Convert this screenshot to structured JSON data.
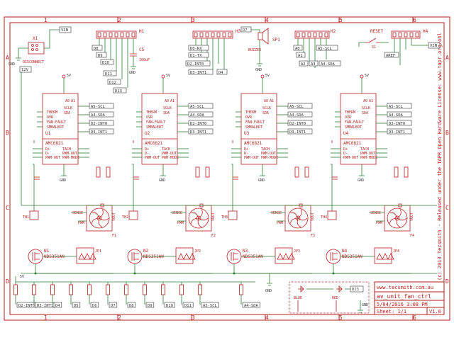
{
  "zones": {
    "columns": [
      "1",
      "2",
      "3",
      "4",
      "5",
      "6"
    ],
    "rows": [
      "A",
      "B",
      "C",
      "D"
    ]
  },
  "title_block": {
    "website": "www.tecsmith.com.au",
    "design_name": "av_unit_fan_ctrl",
    "date": "5/04/2016 3:08 PM",
    "sheet": "Sheet: 1/1",
    "revision": "V1.0"
  },
  "license_text": "(c) 2013 Tecsmith · Released under the TAPR Open Hardware License: www.tapr.org/ohl",
  "net_labels": {
    "vin": "VIN",
    "v12": "12V",
    "v5": "5V",
    "gnd": "GND",
    "d0rx": "D0-RX",
    "d1tx": "D1-TX",
    "d2int0": "D2-INT0",
    "d3int1": "D3-INT1",
    "a4sda": "A4-SDA",
    "a5scl": "A5-SCL",
    "d4": "D4",
    "d5": "D5",
    "d6": "D6",
    "d7": "D7",
    "d8": "D8",
    "d9": "D9",
    "d10": "D10",
    "d11": "D11",
    "d12": "D12",
    "d13": "D13",
    "a0": "A0",
    "a1": "A1",
    "a2": "A2",
    "a3": "A3",
    "aref": "AREF",
    "reset": "RESET"
  },
  "components": {
    "x1": {
      "ref": "X1",
      "value": "DISCONNECT"
    },
    "c5": {
      "ref": "C5",
      "value": "100uF"
    },
    "sp1": {
      "ref": "SP1",
      "value": "BUZZER"
    },
    "h1": {
      "ref": "H1"
    },
    "h2": {
      "ref": "H2"
    },
    "h3": {
      "ref": "H3"
    },
    "h4": {
      "ref": "H4"
    },
    "reset": {
      "label": "RESET",
      "ref": "S1"
    },
    "blue_led": {
      "label": "BLUE"
    },
    "red_led": {
      "label": "RED"
    }
  },
  "ic": {
    "part": "AMC6821",
    "pins_left": [
      "THERM",
      "OVR",
      "FAN-FAULT",
      "SMBALERT"
    ],
    "pins_right": [
      "SCLK",
      "SDA"
    ],
    "pins_lower_left": [
      "D+",
      "D-",
      "PWM-OUT"
    ],
    "pins_lower_right": [
      "TACH",
      "PWM-OUT",
      "PWM-MODE"
    ],
    "a0": "A0",
    "a1": "A1"
  },
  "channels": [
    {
      "ic": "U1",
      "thermistor": "TH1",
      "fan": "F1",
      "mosfet": "N1",
      "mosfet_part": "NDS351AN",
      "jumper": "JP1"
    },
    {
      "ic": "U2",
      "thermistor": "TH2",
      "fan": "F2",
      "mosfet": "N2",
      "mosfet_part": "NDS351AN",
      "jumper": "JP2"
    },
    {
      "ic": "U3",
      "thermistor": "TH3",
      "fan": "F3",
      "mosfet": "N3",
      "mosfet_part": "NDS351AN",
      "jumper": "JP3"
    },
    {
      "ic": "U4",
      "thermistor": "TH4",
      "fan": "F4",
      "mosfet": "N4",
      "mosfet_part": "NDS351AN",
      "jumper": "JP4"
    }
  ],
  "fan_pins": {
    "sense": "SENSE",
    "pwm": "PWM",
    "vout": "VOUT",
    "gnd": "GND"
  },
  "pullups_bottom": [
    "D2-INT0",
    "D3-INT1",
    "D4",
    "D5",
    "D6",
    "D7",
    "D8",
    "D9",
    "D10",
    "D11",
    "A5-SCL",
    "A4-SDA"
  ]
}
